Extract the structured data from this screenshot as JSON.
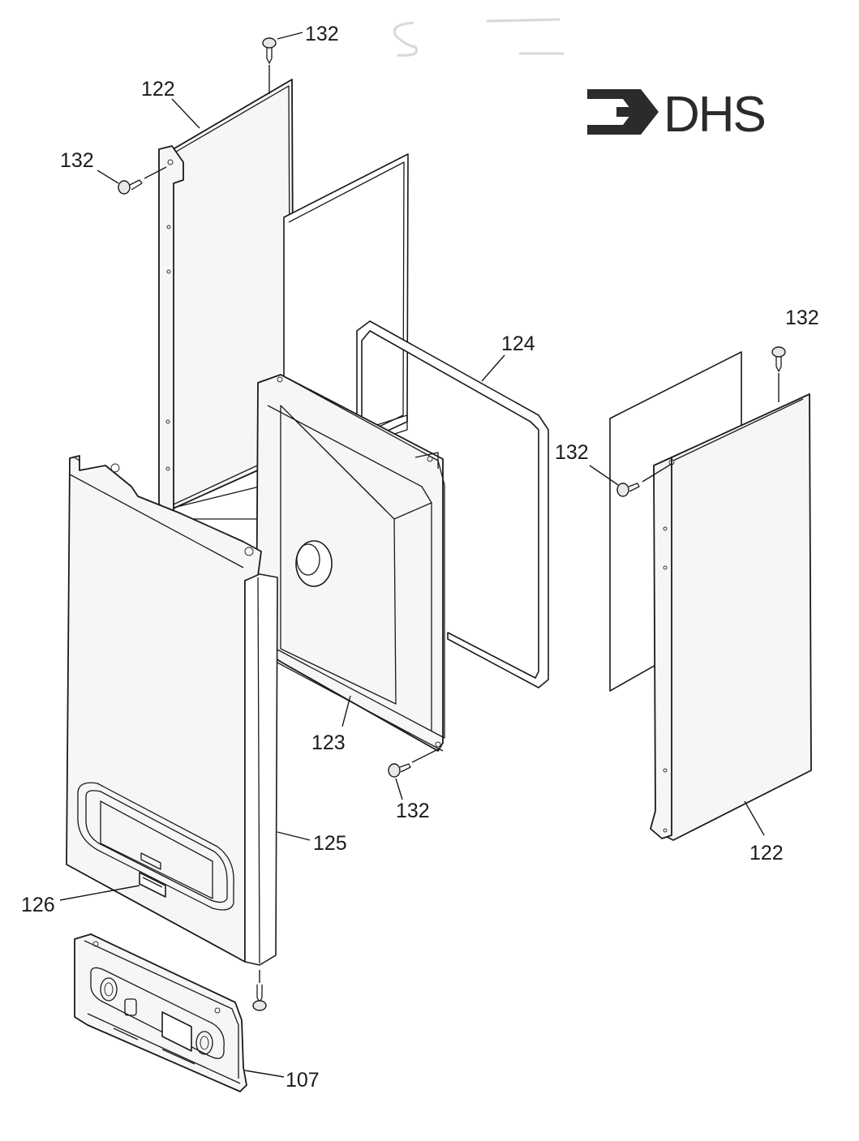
{
  "logo": {
    "text": "DHS",
    "color": "#2b2b2b"
  },
  "callouts": {
    "c132_top": "132",
    "c122_left": "122",
    "c132_left": "132",
    "c124": "124",
    "c132_right_top": "132",
    "c132_right_mid": "132",
    "c123": "123",
    "c132_bottom": "132",
    "c125": "125",
    "c122_right": "122",
    "c126": "126",
    "c107": "107"
  },
  "colors": {
    "line": "#1a1a1a",
    "panel_fill": "#f6f6f6",
    "background": "#ffffff"
  }
}
